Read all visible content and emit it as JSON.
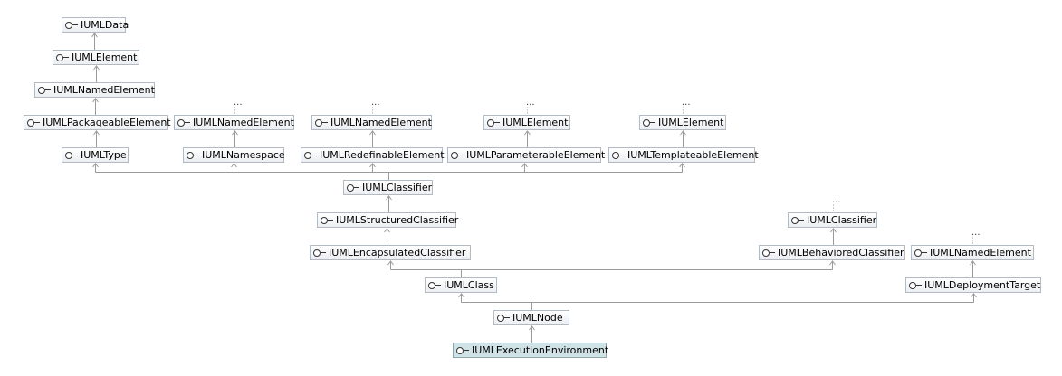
{
  "nodes": [
    {
      "id": "n1",
      "label": "IUMLData"
    },
    {
      "id": "n2",
      "label": "IUMLElement"
    },
    {
      "id": "n3",
      "label": "IUMLNamedElement"
    },
    {
      "id": "n4",
      "label": "IUMLPackageableElement"
    },
    {
      "id": "n5",
      "label": "IUMLType"
    },
    {
      "id": "n6",
      "label": "IUMLNamedElement"
    },
    {
      "id": "n7",
      "label": "IUMLNamespace"
    },
    {
      "id": "n8",
      "label": "IUMLNamedElement"
    },
    {
      "id": "n9",
      "label": "IUMLRedefinableElement"
    },
    {
      "id": "n10",
      "label": "IUMLElement"
    },
    {
      "id": "n11",
      "label": "IUMLParameterableElement"
    },
    {
      "id": "n12",
      "label": "IUMLElement"
    },
    {
      "id": "n13",
      "label": "IUMLTemplateableElement"
    },
    {
      "id": "n14",
      "label": "IUMLClassifier"
    },
    {
      "id": "n15",
      "label": "IUMLStructuredClassifier"
    },
    {
      "id": "n16",
      "label": "IUMLEncapsulatedClassifier"
    },
    {
      "id": "n17",
      "label": "IUMLClassifier"
    },
    {
      "id": "n18",
      "label": "IUMLBehavioredClassifier"
    },
    {
      "id": "n19",
      "label": "IUMLNamedElement"
    },
    {
      "id": "n20",
      "label": "IUMLDeploymentTarget"
    },
    {
      "id": "n21",
      "label": "IUMLClass"
    },
    {
      "id": "n22",
      "label": "IUMLNode"
    },
    {
      "id": "n23",
      "label": "IUMLExecutionEnvironment",
      "selected": true
    }
  ],
  "more_marker": "...",
  "edges": [
    [
      "n2",
      "n1"
    ],
    [
      "n3",
      "n2"
    ],
    [
      "n4",
      "n3"
    ],
    [
      "n5",
      "n4"
    ],
    [
      "n7",
      "n6"
    ],
    [
      "n9",
      "n8"
    ],
    [
      "n11",
      "n10"
    ],
    [
      "n13",
      "n12"
    ],
    [
      "n14",
      "n5"
    ],
    [
      "n14",
      "n7"
    ],
    [
      "n14",
      "n9"
    ],
    [
      "n14",
      "n11"
    ],
    [
      "n14",
      "n13"
    ],
    [
      "n15",
      "n14"
    ],
    [
      "n16",
      "n15"
    ],
    [
      "n18",
      "n17"
    ],
    [
      "n21",
      "n16"
    ],
    [
      "n21",
      "n18"
    ],
    [
      "n20",
      "n19"
    ],
    [
      "n22",
      "n21"
    ],
    [
      "n22",
      "n20"
    ],
    [
      "n23",
      "n22"
    ]
  ],
  "truncated": [
    "n6",
    "n8",
    "n10",
    "n12",
    "n17",
    "n19"
  ],
  "colors": {
    "edge": "#9a9a9a",
    "node_border": "#b4bac4",
    "selected_fill": "#cfe2e6"
  }
}
